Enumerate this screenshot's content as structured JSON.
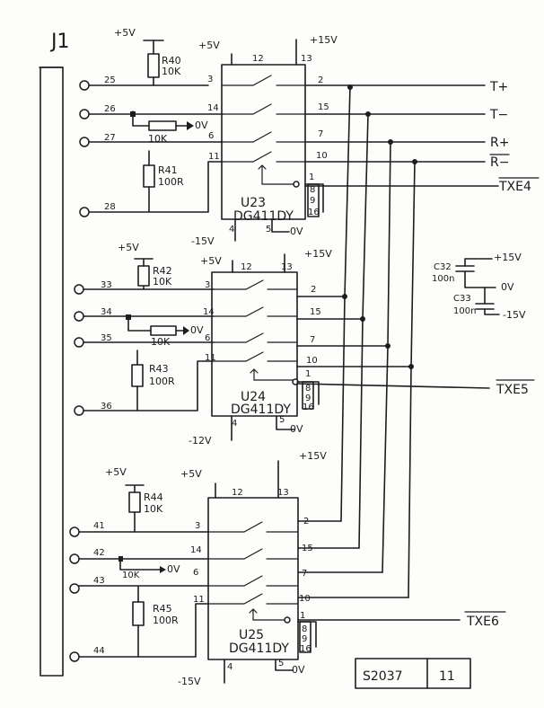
{
  "connector": {
    "label": "J1"
  },
  "pins_j1": [
    "25",
    "26",
    "27",
    "28",
    "33",
    "34",
    "35",
    "36",
    "41",
    "42",
    "43",
    "44"
  ],
  "supplies": {
    "p5": "+5V",
    "p15": "+15V",
    "m15": "-15V",
    "m12": "-12V",
    "zero": "0V",
    "p15b": "+15V"
  },
  "resistors": [
    {
      "ref": "R40",
      "val": "10K"
    },
    {
      "ref": "R41",
      "val": "100R"
    },
    {
      "ref": "R42",
      "val": "10K"
    },
    {
      "ref": "R43",
      "val": "100R"
    },
    {
      "ref": "R44",
      "val": "10K"
    },
    {
      "ref": "R45",
      "val": "100R"
    },
    {
      "val": "10K"
    },
    {
      "val": "10K"
    },
    {
      "val": "10K"
    }
  ],
  "chips": [
    {
      "ref": "U23",
      "part": "DG411DY"
    },
    {
      "ref": "U24",
      "part": "DG411DY"
    },
    {
      "ref": "U25",
      "part": "DG411DY"
    }
  ],
  "chip_pins": {
    "p12": "12",
    "p13": "13",
    "p3": "3",
    "p2": "2",
    "p14": "14",
    "p15": "15",
    "p6": "6",
    "p7": "7",
    "p11": "11",
    "p10": "10",
    "p1": "1",
    "p8": "8",
    "p9": "9",
    "p16": "16",
    "p4": "4",
    "p5": "5"
  },
  "signals": {
    "tplus": "T+",
    "tminus": "T−",
    "rplus": "R+",
    "rminus": "R−"
  },
  "enables": [
    "TXE4",
    "TXE5",
    "TXE6"
  ],
  "capacitors": [
    {
      "ref": "C32",
      "val": "100n"
    },
    {
      "ref": "C33",
      "val": "100n"
    }
  ],
  "title_block": {
    "number": "S2037",
    "sheet": "11"
  }
}
